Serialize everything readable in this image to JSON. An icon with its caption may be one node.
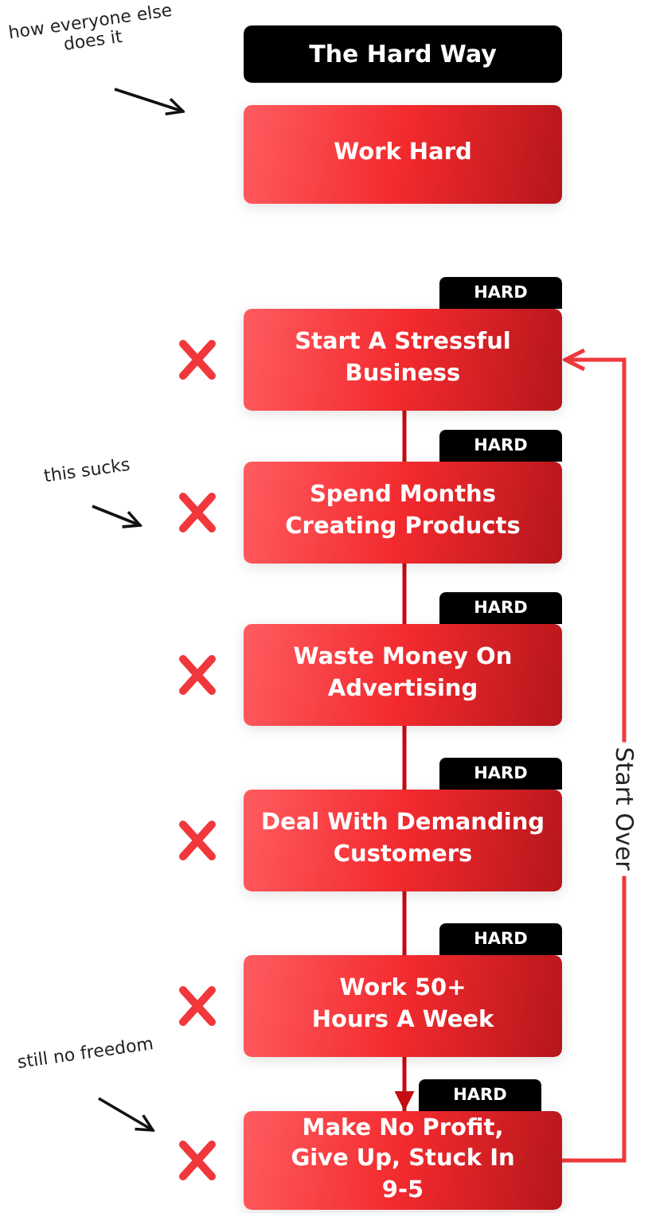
{
  "diagram": {
    "nodes": [
      {
        "text": [
          "The Hard Way"
        ]
      },
      {
        "text": [
          "Work Hard"
        ]
      },
      {
        "text": [
          "Start A Stressful Business"
        ],
        "beside": [
          "HARD"
        ]
      },
      {
        "text": [
          "Spend Months Creating Products"
        ],
        "beside": [
          "HARD"
        ]
      },
      {
        "text": [
          "Waste Money On Advertising"
        ],
        "beside": [
          "HARD"
        ]
      },
      {
        "text": [
          "Deal With Demanding Customers"
        ],
        "beside": [
          "HARD"
        ]
      },
      {
        "text": [
          "Work 50+ Hours A Week"
        ],
        "beside": [
          "HARD"
        ]
      },
      {
        "text": [
          "Make No Profit, Give Up, Stuck In 9-5"
        ],
        "beside": [
          "HARD"
        ]
      },
      {
        "text": [
          "how everyone else does it"
        ]
      },
      {
        "text": [
          "this sucks"
        ]
      },
      {
        "text": [
          "still no freedom"
        ]
      }
    ],
    "edges": [
      {
        "from": 2,
        "to": 3,
        "arrow": "none"
      },
      {
        "from": 3,
        "to": 4,
        "arrow": "none"
      },
      {
        "from": 4,
        "to": 5,
        "arrow": "none"
      },
      {
        "from": 5,
        "to": 6,
        "arrow": "none"
      },
      {
        "from": 6,
        "to": 7,
        "arrow": "to"
      },
      {
        "from": 7,
        "to": 2,
        "arrow": "to",
        "label": "Start Over"
      }
    ]
  }
}
